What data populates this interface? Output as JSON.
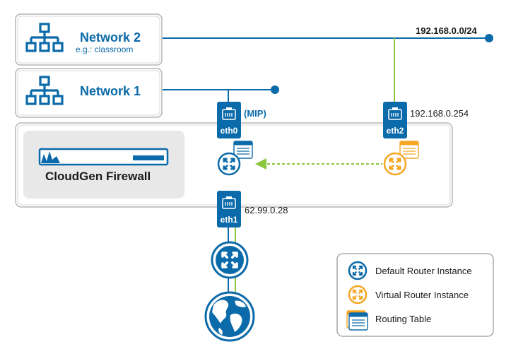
{
  "network2": {
    "name": "Network 2",
    "subtitle": "e.g.: classroom",
    "subnet": "192.168.0.0/24"
  },
  "network1": {
    "name": "Network 1"
  },
  "firewall": {
    "name": "CloudGen Firewall"
  },
  "ports": {
    "eth0": {
      "label": "eth0",
      "annotation": "(MIP)"
    },
    "eth1": {
      "label": "eth1",
      "ip": "62.99.0.28"
    },
    "eth2": {
      "label": "eth2",
      "ip": "192.168.0.254"
    }
  },
  "legend": {
    "items": [
      {
        "label": "Default Router Instance",
        "icon": "router-icon",
        "color": "#0b6aa9"
      },
      {
        "label": "Virtual Router Instance",
        "icon": "router-icon",
        "color": "#f5a623"
      },
      {
        "label": "Routing Table",
        "icon": "table-icon",
        "color": "#0b6aa9"
      }
    ]
  },
  "colors": {
    "brand_blue": "#0b6aa9",
    "accent_yellow": "#f5a623",
    "link_green": "#8cc63f",
    "panel_gray": "#e8e8e8"
  }
}
